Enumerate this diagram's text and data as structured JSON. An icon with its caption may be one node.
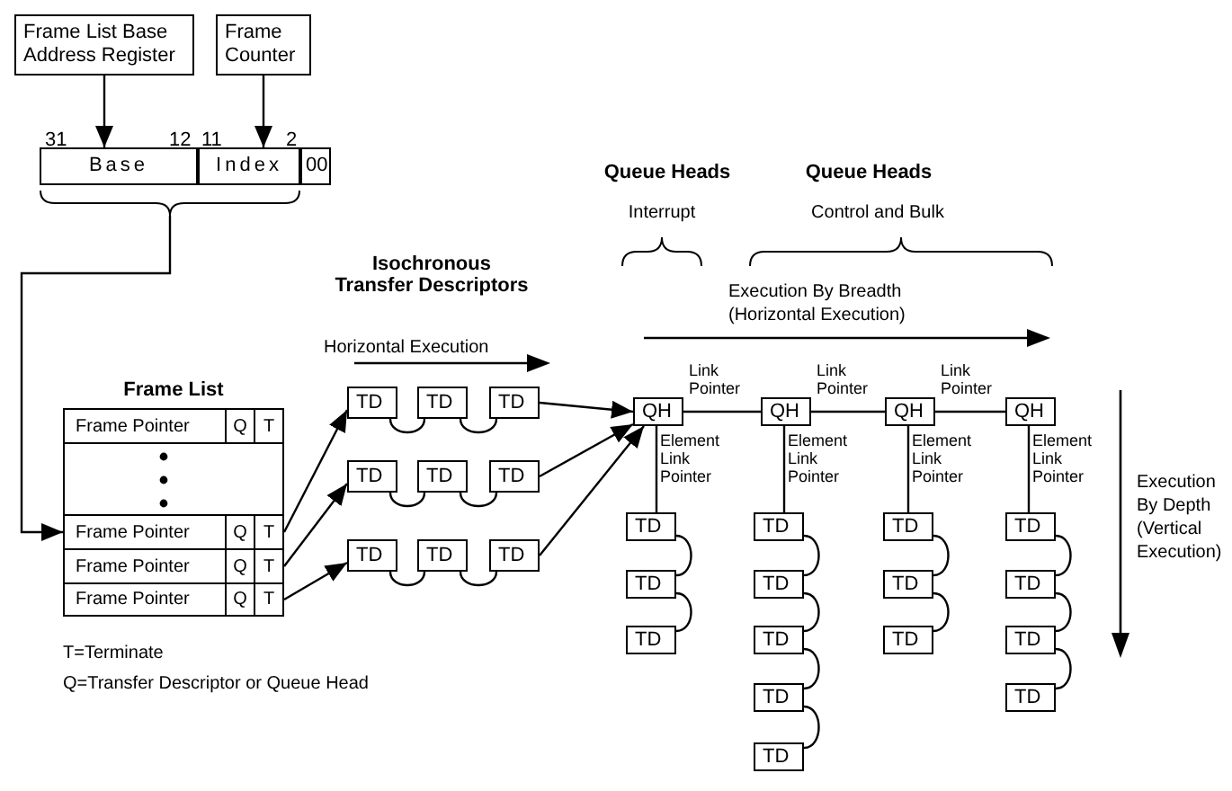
{
  "diagram": {
    "nodes": [
      {
        "text": [
          "Frame List Base Address Register"
        ]
      },
      {
        "text": [
          "Frame Counter"
        ]
      },
      {
        "text": [
          "Base"
        ]
      },
      {
        "text": [
          "Index"
        ]
      },
      {
        "text": [
          "00"
        ]
      },
      {
        "text": [],
        "shape": "brace"
      },
      {
        "text": [
          "Frame List"
        ]
      },
      {
        "text": [
          "Frame Pointer",
          "Q",
          "T"
        ],
        "in": 6
      },
      {
        "text": [
          "Frame Pointer",
          "Q",
          "T"
        ],
        "in": 6
      },
      {
        "text": [
          "Frame Pointer",
          "Q",
          "T"
        ],
        "in": 6
      },
      {
        "text": [
          "Frame Pointer",
          "Q",
          "T"
        ],
        "in": 6
      },
      {
        "text": [
          "TD"
        ]
      },
      {
        "text": [
          "TD"
        ]
      },
      {
        "text": [
          "TD"
        ]
      },
      {
        "text": [
          "TD"
        ]
      },
      {
        "text": [
          "TD"
        ]
      },
      {
        "text": [
          "TD"
        ]
      },
      {
        "text": [
          "TD"
        ]
      },
      {
        "text": [
          "TD"
        ]
      },
      {
        "text": [
          "TD"
        ]
      },
      {
        "text": [
          "QH"
        ]
      },
      {
        "text": [
          "QH"
        ]
      },
      {
        "text": [
          "QH"
        ]
      },
      {
        "text": [
          "QH"
        ]
      },
      {
        "text": [
          "TD"
        ]
      },
      {
        "text": [
          "TD"
        ]
      },
      {
        "text": [
          "TD"
        ]
      },
      {
        "text": [
          "TD"
        ]
      },
      {
        "text": [
          "TD"
        ]
      },
      {
        "text": [
          "TD"
        ]
      },
      {
        "text": [
          "TD"
        ]
      },
      {
        "text": [
          "TD"
        ]
      },
      {
        "text": [
          "TD"
        ]
      },
      {
        "text": [
          "TD"
        ]
      },
      {
        "text": [
          "TD"
        ]
      },
      {
        "text": [
          "TD"
        ]
      },
      {
        "text": [
          "TD"
        ]
      },
      {
        "text": [
          "TD"
        ]
      },
      {
        "text": [
          "TD"
        ]
      }
    ],
    "edges": [
      {
        "from": 0,
        "to": 2,
        "arrow": "to"
      },
      {
        "from": 1,
        "to": 3,
        "arrow": "to"
      },
      {
        "from": 5,
        "to": 8,
        "arrow": "to"
      },
      {
        "from": 8,
        "to": 11,
        "arrow": "to"
      },
      {
        "from": 9,
        "to": 14,
        "arrow": "to"
      },
      {
        "from": 10,
        "to": 17,
        "arrow": "to"
      },
      {
        "from": 11,
        "to": 12,
        "arrow": "none"
      },
      {
        "from": 12,
        "to": 13,
        "arrow": "none"
      },
      {
        "from": 14,
        "to": 15,
        "arrow": "none"
      },
      {
        "from": 15,
        "to": 16,
        "arrow": "none"
      },
      {
        "from": 17,
        "to": 18,
        "arrow": "none"
      },
      {
        "from": 18,
        "to": 19,
        "arrow": "none"
      },
      {
        "from": 13,
        "to": 20,
        "arrow": "to"
      },
      {
        "from": 16,
        "to": 20,
        "arrow": "to"
      },
      {
        "from": 19,
        "to": 20,
        "arrow": "to"
      },
      {
        "from": 20,
        "to": 21,
        "arrow": "none",
        "label": "Link Pointer"
      },
      {
        "from": 21,
        "to": 22,
        "arrow": "none",
        "label": "Link Pointer"
      },
      {
        "from": 22,
        "to": 23,
        "arrow": "none",
        "label": "Link Pointer"
      },
      {
        "from": 20,
        "to": 24,
        "arrow": "none",
        "label": "Element Link Pointer"
      },
      {
        "from": 21,
        "to": 27,
        "arrow": "none",
        "label": "Element Link Pointer"
      },
      {
        "from": 22,
        "to": 32,
        "arrow": "none",
        "label": "Element Link Pointer"
      },
      {
        "from": 23,
        "to": 35,
        "arrow": "none",
        "label": "Element Link Pointer"
      },
      {
        "from": 24,
        "to": 25,
        "arrow": "none"
      },
      {
        "from": 25,
        "to": 26,
        "arrow": "none"
      },
      {
        "from": 27,
        "to": 28,
        "arrow": "none"
      },
      {
        "from": 28,
        "to": 29,
        "arrow": "none"
      },
      {
        "from": 29,
        "to": 30,
        "arrow": "none"
      },
      {
        "from": 30,
        "to": 31,
        "arrow": "none"
      },
      {
        "from": 32,
        "to": 33,
        "arrow": "none"
      },
      {
        "from": 33,
        "to": 34,
        "arrow": "none"
      },
      {
        "from": 35,
        "to": 36,
        "arrow": "none"
      },
      {
        "from": 36,
        "to": 37,
        "arrow": "none"
      },
      {
        "from": 37,
        "to": 38,
        "arrow": "none"
      }
    ],
    "labels": [
      "31",
      "12",
      "11",
      "2",
      "Isochronous Transfer Descriptors",
      "Horizontal Execution",
      "Queue Heads",
      "Interrupt",
      "Queue Heads",
      "Control and Bulk",
      "Execution By Breadth (Horizontal Execution)",
      "Execution By Depth (Vertical Execution)",
      "T=Terminate",
      "Q=Transfer Descriptor or Queue Head"
    ]
  }
}
